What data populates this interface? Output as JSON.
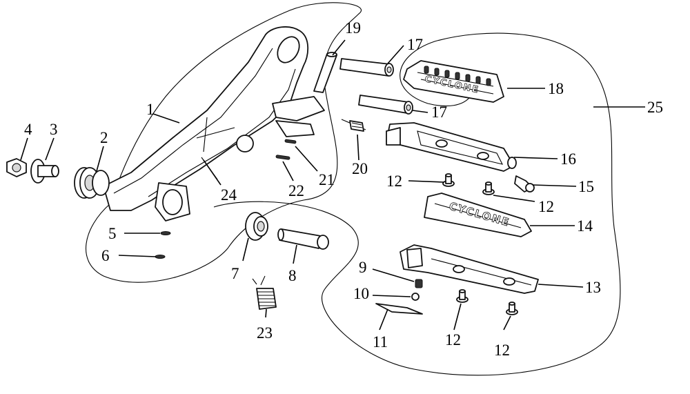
{
  "labels": {
    "p1": "1",
    "p2": "2",
    "p3": "3",
    "p4": "4",
    "p5": "5",
    "p6": "6",
    "p7": "7",
    "p8": "8",
    "p9": "9",
    "p10": "10",
    "p11": "11",
    "p12a": "12",
    "p12b": "12",
    "p12c": "12",
    "p12d": "12",
    "p13": "13",
    "p14": "14",
    "p15": "15",
    "p16": "16",
    "p17a": "17",
    "p17b": "17",
    "p18": "18",
    "p19": "19",
    "p20": "20",
    "p21": "21",
    "p22": "22",
    "p23": "23",
    "p24": "24",
    "p25": "25"
  },
  "brand": {
    "peg_text": "CYCLONE",
    "rubber_text": "CYCLONE"
  },
  "colors": {
    "line": "#000000",
    "background": "#ffffff"
  }
}
